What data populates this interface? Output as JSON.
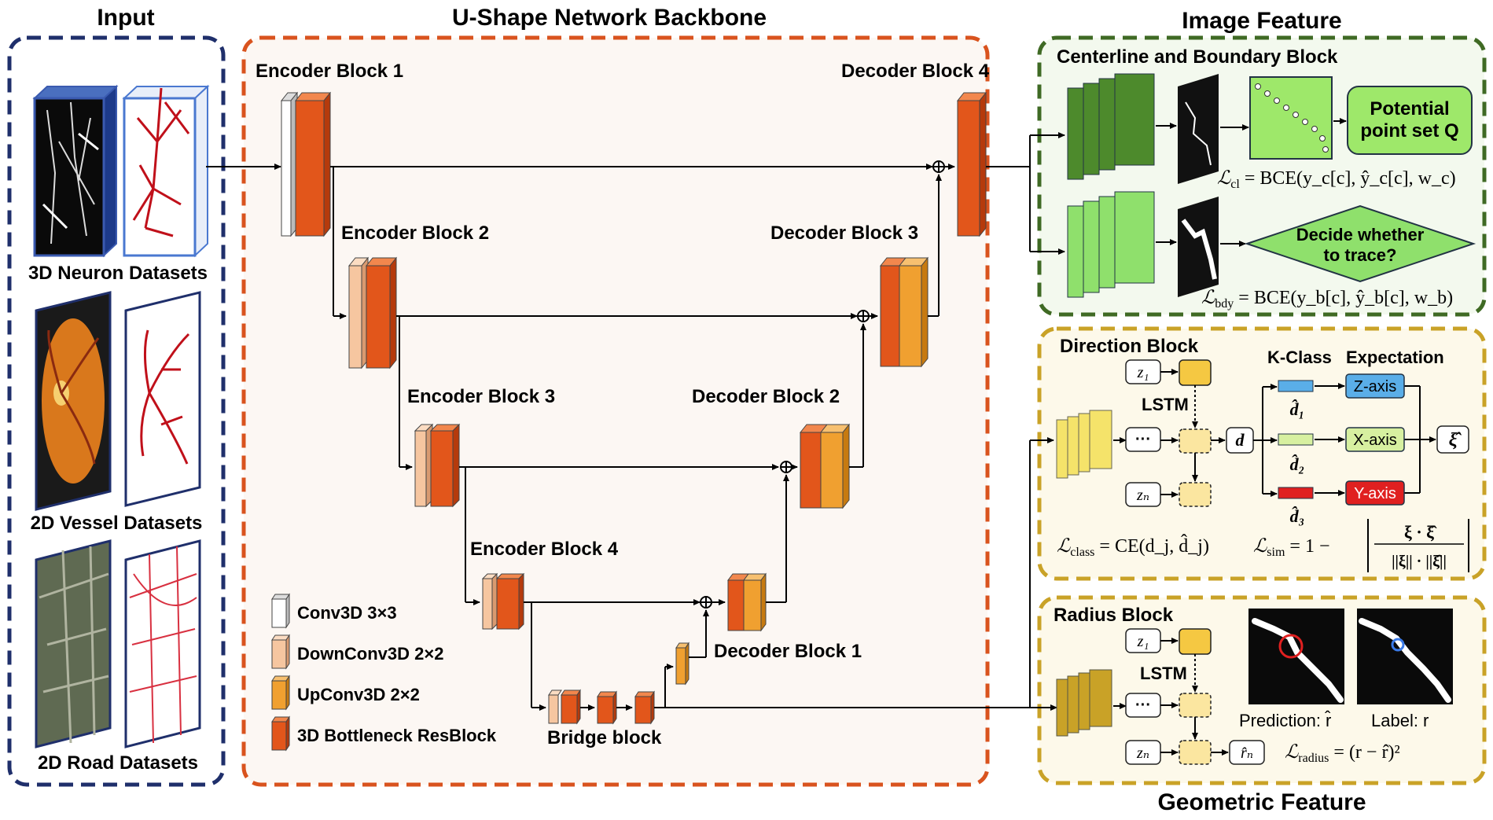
{
  "colors": {
    "input_border": "#1f2f6b",
    "backbone_border": "#d9531e",
    "backbone_fill": "#fcf7f3",
    "image_border": "#3f6a24",
    "image_fill": "#f3f9ee",
    "geo_border": "#c9a227",
    "geo_fill": "#fdf9ea",
    "conv3d": "#ffffff",
    "downconv": "#f6c6a0",
    "upconv": "#f0a030",
    "bottleneck": "#e2561b",
    "dark_green": "#4d8a2c",
    "light_green": "#8fe06c",
    "yellow": "#f5e36a",
    "gold": "#c9a227",
    "axis_z": "#5aaee8",
    "axis_x": "#d7f0a0",
    "axis_y": "#e02020",
    "potential": "#9ee86a"
  },
  "sections": {
    "input_title": "Input",
    "backbone_title": "U-Shape Network Backbone",
    "image_feature_title": "Image Feature",
    "geometric_feature_title": "Geometric Feature"
  },
  "input": {
    "neuron_label": "3D Neuron Datasets",
    "vessel_label": "2D Vessel Datasets",
    "road_label": "2D Road Datasets"
  },
  "backbone": {
    "encoder1": "Encoder Block 1",
    "encoder2": "Encoder Block 2",
    "encoder3": "Encoder Block 3",
    "encoder4": "Encoder Block 4",
    "decoder1": "Decoder Block 1",
    "decoder2": "Decoder Block 2",
    "decoder3": "Decoder Block 3",
    "decoder4": "Decoder Block 4",
    "bridge": "Bridge block",
    "legend": {
      "conv3d": "Conv3D 3×3",
      "downconv": "DownConv3D 2×2",
      "upconv": "UpConv3D 2×2",
      "bottleneck": "3D Bottleneck ResBlock"
    }
  },
  "centerline": {
    "title": "Centerline and Boundary Block",
    "potential_line1": "Potential",
    "potential_line2": "point set Q",
    "decide_line1": "Decide whether",
    "decide_line2": "to trace?",
    "loss_cl_sub": "cl",
    "loss_cl_rhs": " = BCE(y_c[c], ŷ_c[c], w_c)",
    "loss_bdy_sub": "bdy",
    "loss_bdy_rhs": " = BCE(y_b[c], ŷ_b[c], w_b)"
  },
  "direction": {
    "title": "Direction Block",
    "z1": "z₁",
    "zn": "zₙ",
    "lstm": "LSTM",
    "dots": "···",
    "d": "d",
    "kclass": "K-Class",
    "expectation": "Expectation",
    "d1": "d̂₁",
    "d2": "d̂₂",
    "d3": "d̂₃",
    "z_axis": "Z-axis",
    "x_axis": "X-axis",
    "y_axis": "Y-axis",
    "xi_hat": "ξ̂",
    "loss_class_sub": "class",
    "loss_class_rhs": " = CE(d_j, d̂_j)",
    "loss_sim_sub": "sim",
    "loss_sim_rhs": " = 1 −",
    "loss_sim_num": "ξ · ξ̂",
    "loss_sim_den": "||ξ|| · ||ξ̂||"
  },
  "radius": {
    "title": "Radius Block",
    "z1": "z₁",
    "zn": "zₙ",
    "lstm": "LSTM",
    "dots": "···",
    "rn": "r̂ₙ",
    "prediction": "Prediction: r̂",
    "label": "Label: r",
    "loss_radius_sub": "radius",
    "loss_radius_rhs": " = (r − r̂)²"
  }
}
